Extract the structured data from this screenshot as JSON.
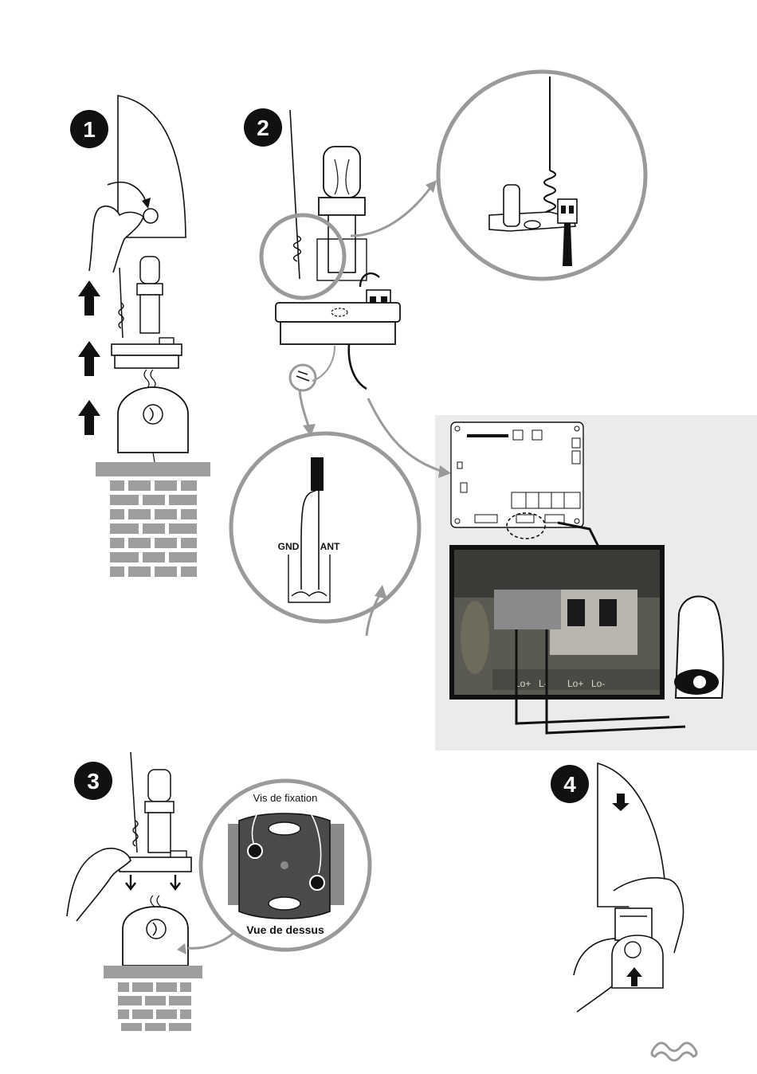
{
  "steps": {
    "step1": "1",
    "step2": "2",
    "step3": "3",
    "step4": "4"
  },
  "antenna_detail": {
    "gnd_label": "GND",
    "ant_label": "ANT"
  },
  "mounting": {
    "screw_label": "Vis de fixation",
    "top_view_label": "Vue de dessus"
  },
  "terminal_labels": [
    "Lo+",
    "L-",
    "Lo+",
    "Lo-"
  ],
  "colors": {
    "line": "#111111",
    "gray_arrow": "#9a9a9a",
    "panel_bg": "#ebebeb",
    "brick": "#9e9e9e",
    "highlight_box": "#8a8a8a"
  }
}
